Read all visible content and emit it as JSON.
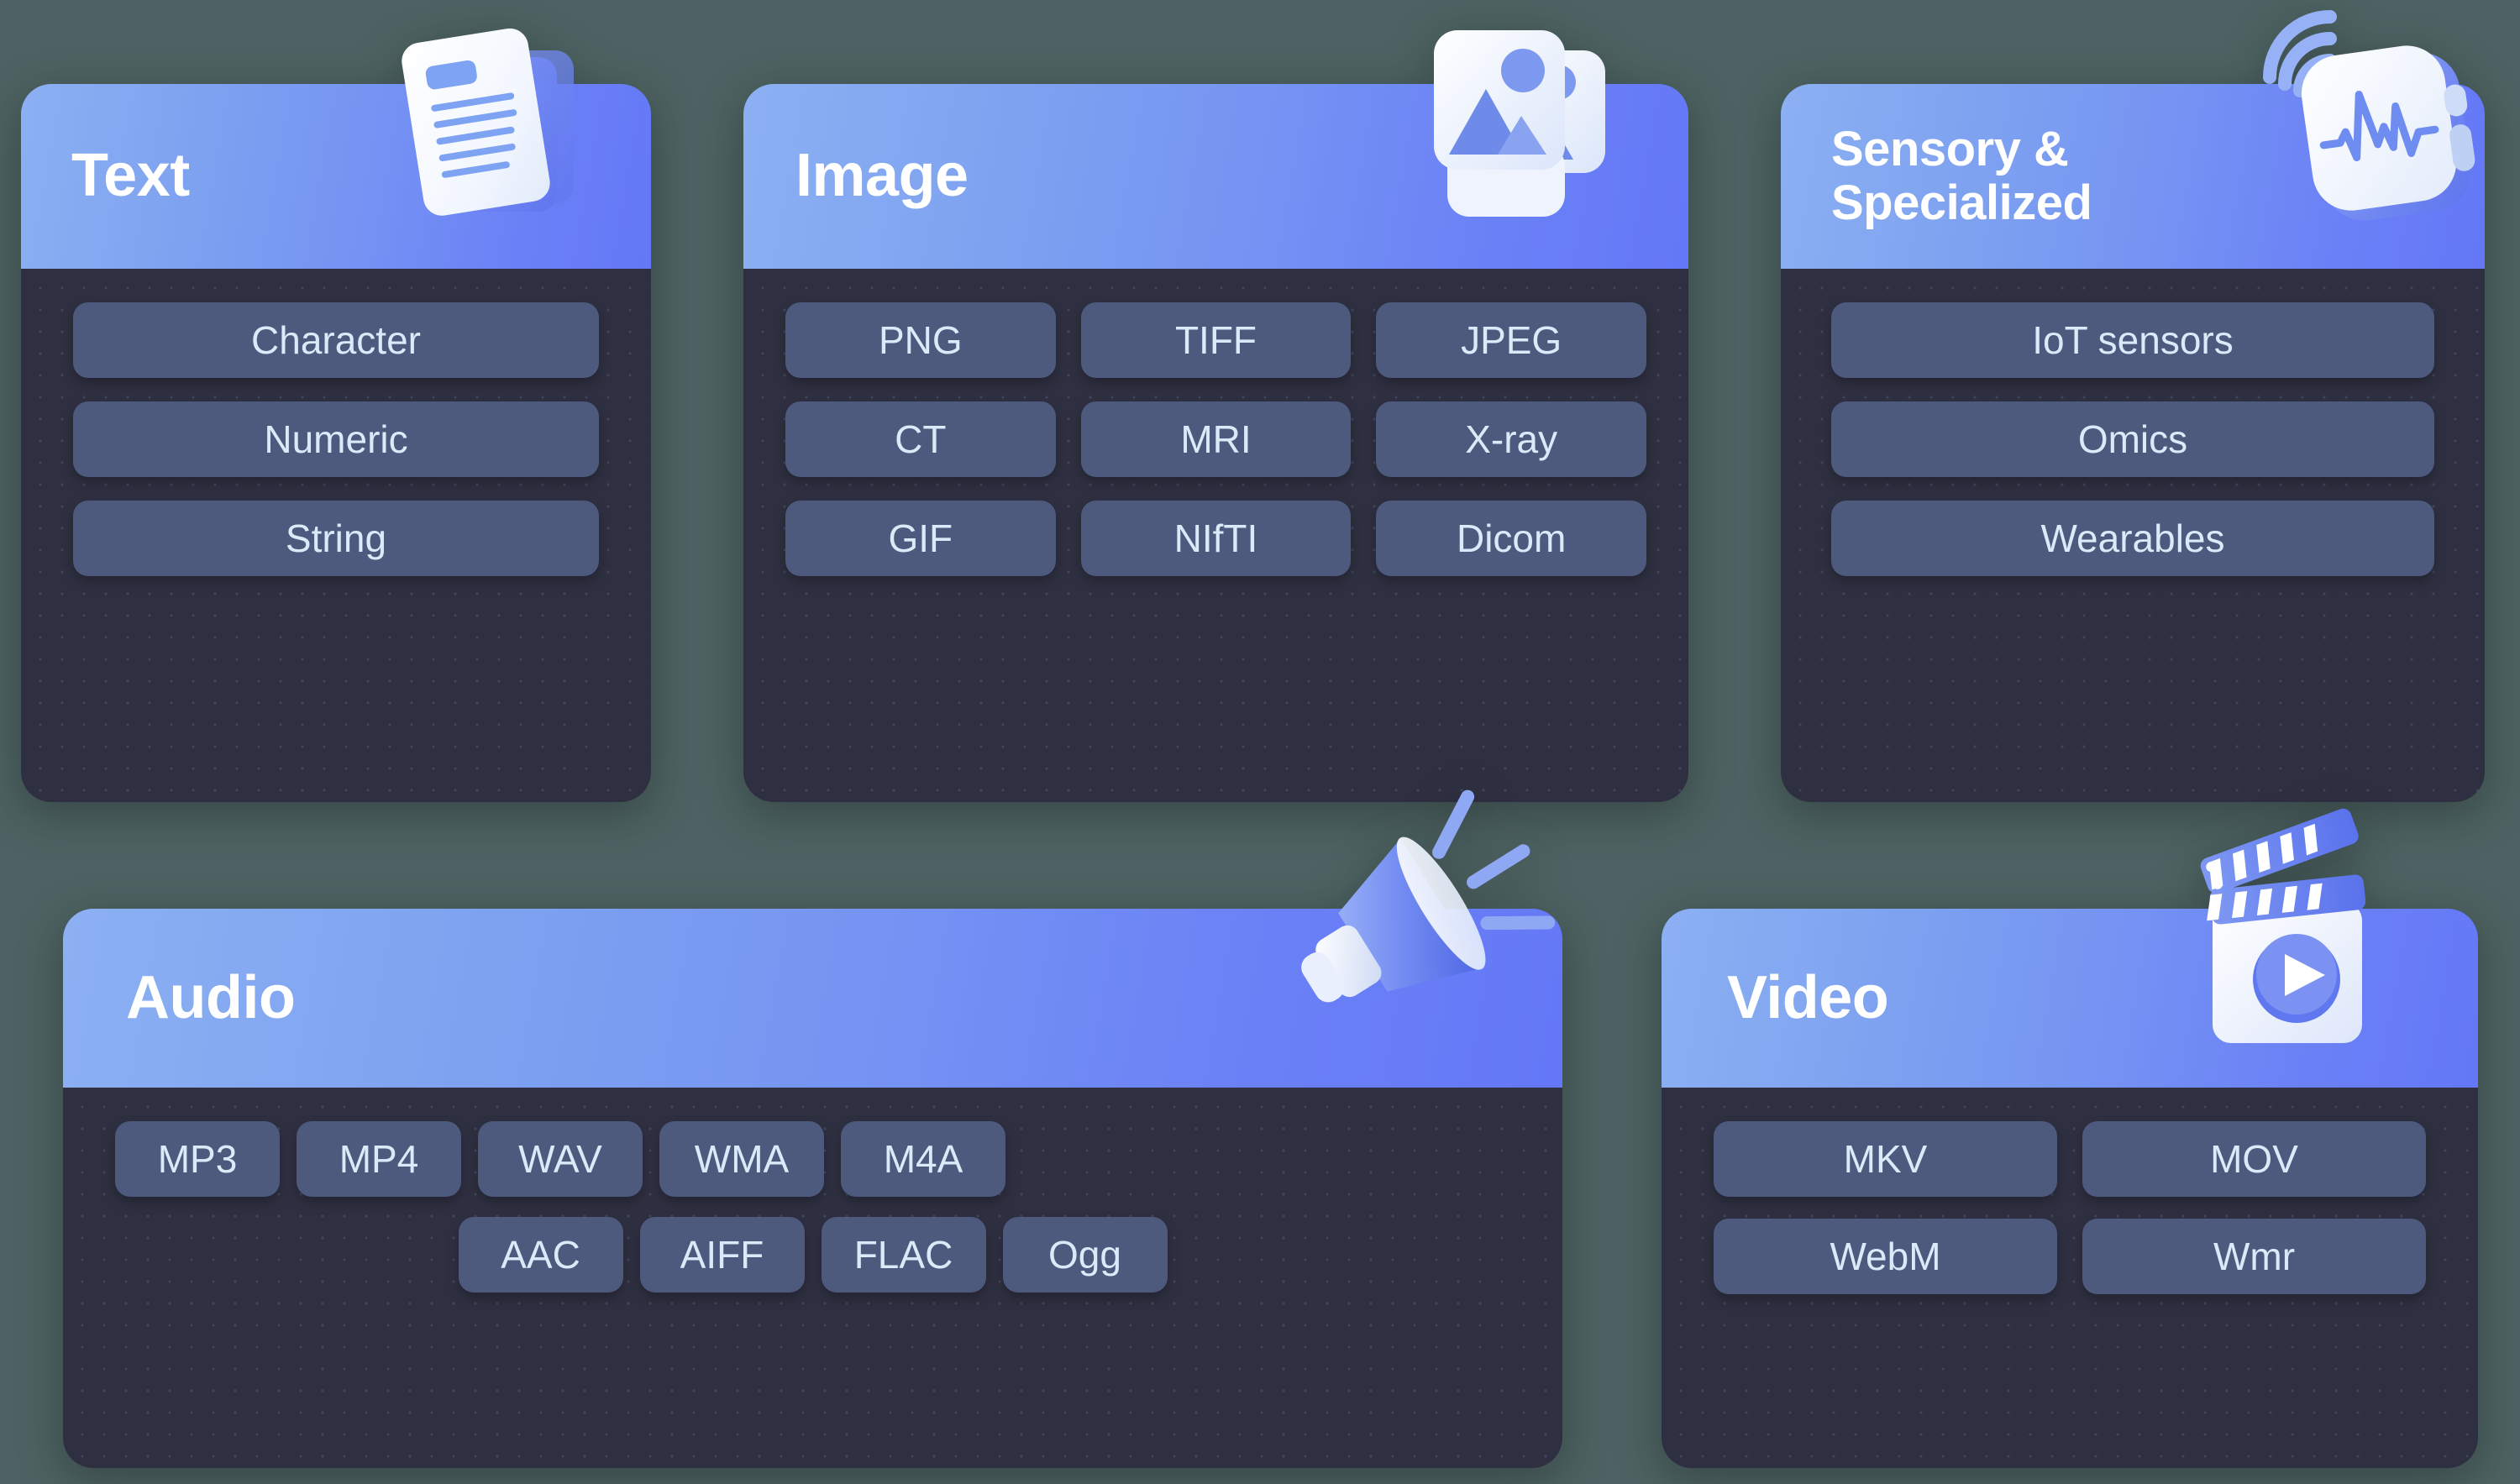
{
  "page": {
    "background_color": "#4d6262",
    "card_header_gradient_from": "#8cb0f2",
    "card_header_gradient_to": "#6478f7",
    "card_body_color": "#2e2f40",
    "pill_color": "#4d5a7e",
    "pill_text_color": "#daeaf9",
    "title_color": "#ffffff"
  },
  "cards": [
    {
      "id": "text",
      "title": "Text",
      "icon": "document-stack-icon",
      "items": [
        "Character",
        "Numeric",
        "String"
      ]
    },
    {
      "id": "image",
      "title": "Image",
      "icon": "photo-stack-icon",
      "items": [
        "PNG",
        "TIFF",
        "JPEG",
        "CT",
        "MRI",
        "X-ray",
        "GIF",
        "NIfTI",
        "Dicom"
      ]
    },
    {
      "id": "sensory",
      "title": "Sensory &\nSpecialized",
      "icon": "smartwatch-ecg-icon",
      "items": [
        "IoT sensors",
        "Omics",
        "Wearables"
      ]
    },
    {
      "id": "audio",
      "title": "Audio",
      "icon": "megaphone-icon",
      "items_row1": [
        "MP3",
        "MP4",
        "WAV",
        "WMA",
        "M4A"
      ],
      "items_row2": [
        "AAC",
        "AIFF",
        "FLAC",
        "Ogg"
      ]
    },
    {
      "id": "video",
      "title": "Video",
      "icon": "clapperboard-play-icon",
      "items": [
        "MKV",
        "MOV",
        "WebM",
        "Wmr"
      ]
    }
  ]
}
